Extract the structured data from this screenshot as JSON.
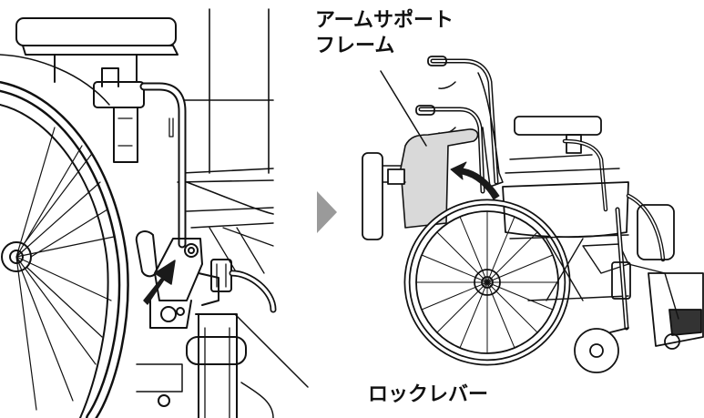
{
  "labels": {
    "arm_support_frame_line1": "アームサポート",
    "arm_support_frame_line2": "フレーム",
    "lock_lever": "ロックレバー"
  },
  "colors": {
    "line": "#111111",
    "arrow_fill": "#1a1a1a",
    "transition_arrow": "#9a9a9a",
    "highlight_gray": "#d9d9d9",
    "background": "#ffffff"
  },
  "icons": {
    "transition": "right-pointing-arrow"
  }
}
